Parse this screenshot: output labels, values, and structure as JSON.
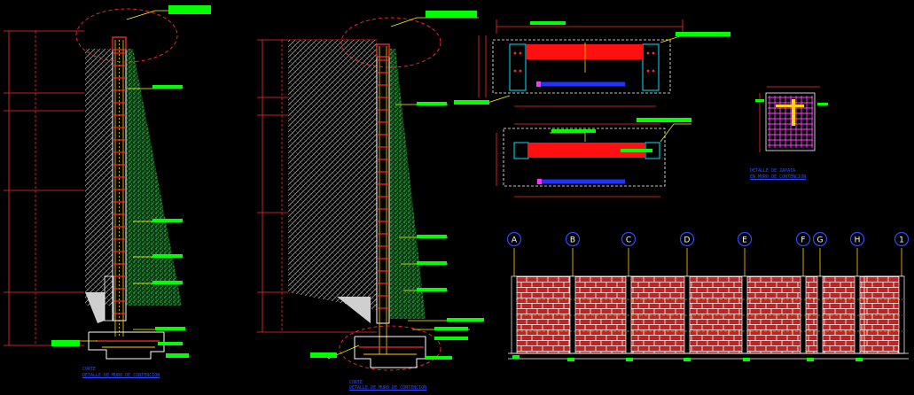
{
  "drawing": {
    "colors": {
      "background": "#000000",
      "dimension": "#ff2a2a",
      "wall_outline": "#ffffff",
      "rebar": "#ffd400",
      "green_fill": "#35c24a",
      "leader_yellow": "#ffff00",
      "label_green": "#00ff00",
      "brick": "#c42222",
      "mortar": "#ffffff",
      "axis_blue": "#2f4bff"
    },
    "sections": [
      {
        "title_line1": "CORTE",
        "title_line2": "DETALLE DE MURO DE CONTENCION"
      },
      {
        "title_line1": "CORTE",
        "title_line2": "DETALLE DE MURO DE CONTENCION"
      }
    ],
    "zapata_detail": {
      "title_line1": "DETALLE DE ZAPATA",
      "title_line2": "EN MURO DE CONTENCION"
    },
    "elevation": {
      "axes": [
        "A",
        "B",
        "C",
        "D",
        "E",
        "F",
        "G",
        "H",
        "1"
      ]
    }
  }
}
